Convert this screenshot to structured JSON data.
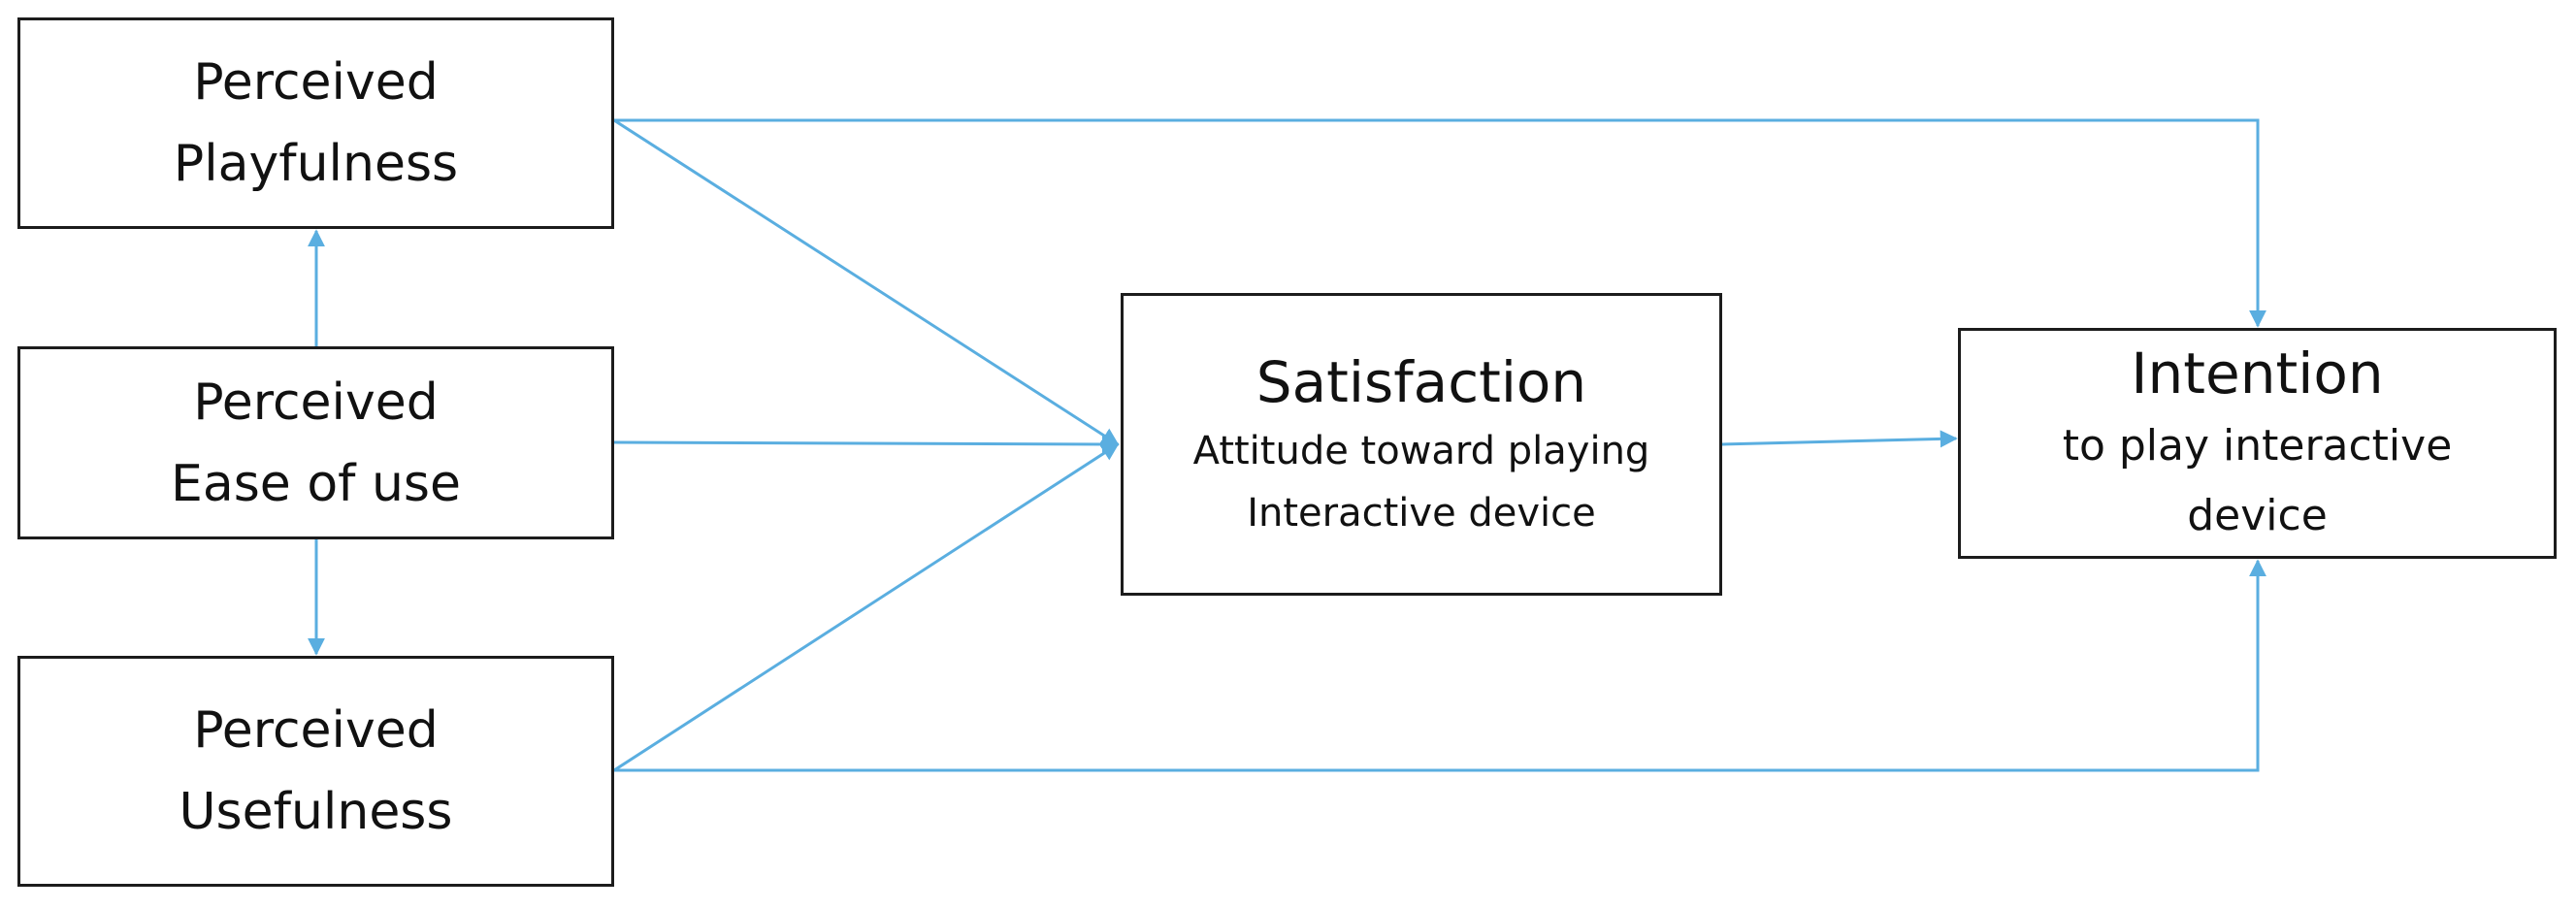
{
  "nodes": {
    "playfulness": {
      "line1": "Perceived",
      "line2": "Playfulness"
    },
    "ease_of_use": {
      "line1": "Perceived",
      "line2": "Ease of use"
    },
    "usefulness": {
      "line1": "Perceived",
      "line2": "Usefulness"
    },
    "satisfaction": {
      "title": "Satisfaction",
      "line1": "Attitude toward playing",
      "line2": "Interactive device"
    },
    "intention": {
      "title": "Intention",
      "line1": "to play interactive",
      "line2": "device"
    }
  },
  "edges": [
    {
      "from": "ease_of_use",
      "to": "playfulness"
    },
    {
      "from": "ease_of_use",
      "to": "usefulness"
    },
    {
      "from": "playfulness",
      "to": "satisfaction"
    },
    {
      "from": "ease_of_use",
      "to": "satisfaction"
    },
    {
      "from": "usefulness",
      "to": "satisfaction"
    },
    {
      "from": "playfulness",
      "to": "intention"
    },
    {
      "from": "usefulness",
      "to": "intention"
    },
    {
      "from": "satisfaction",
      "to": "intention"
    }
  ],
  "colors": {
    "edge": "#5aaee0",
    "border": "#1c1c1c"
  }
}
